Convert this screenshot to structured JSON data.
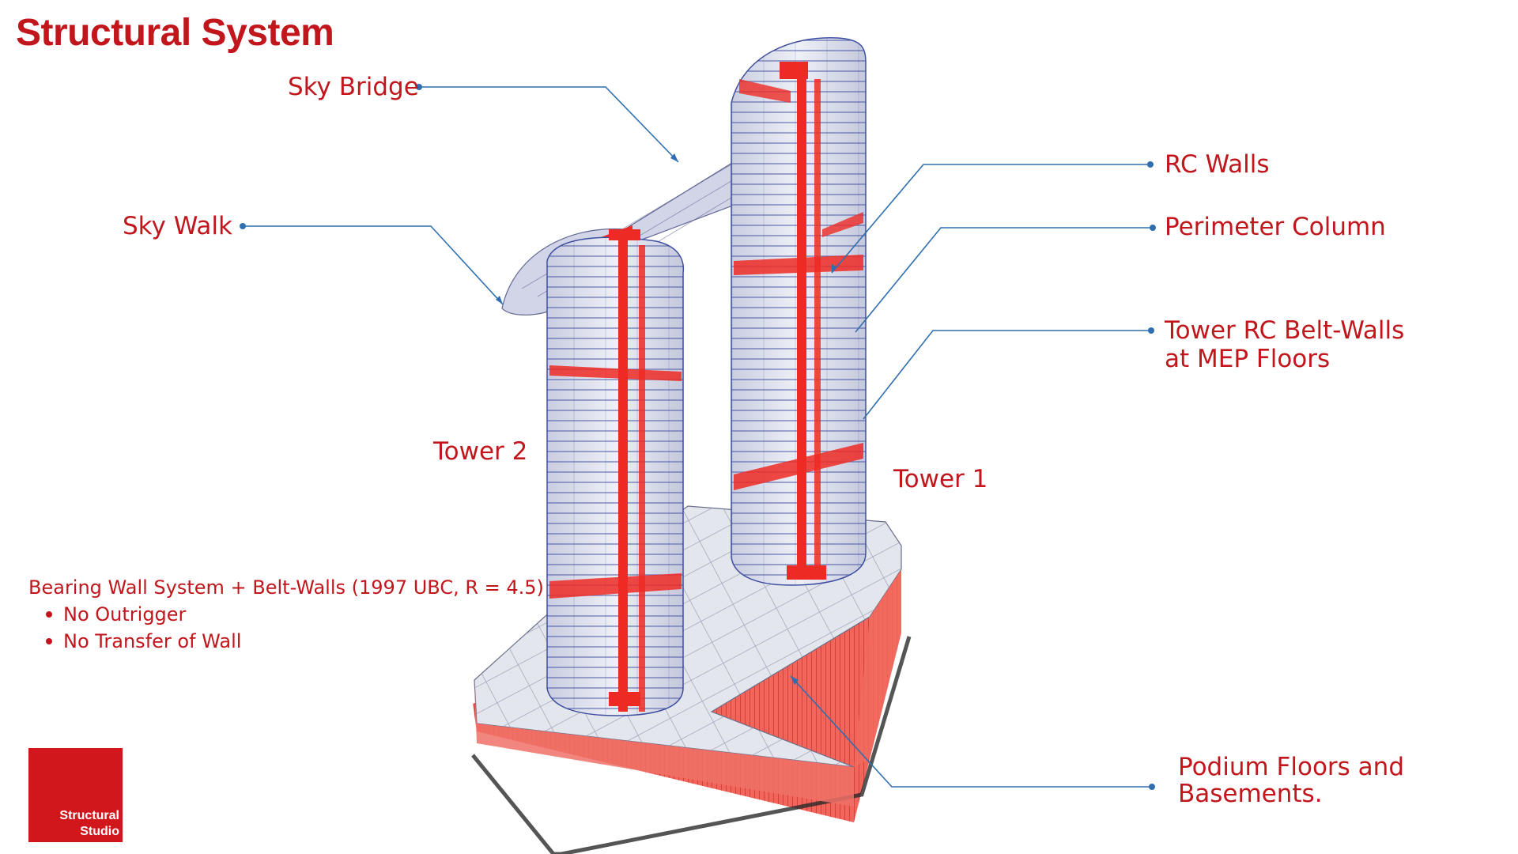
{
  "title": "Structural System",
  "labels": {
    "sky_bridge": "Sky Bridge",
    "sky_walk": "Sky Walk",
    "rc_walls": "RC Walls",
    "perimeter_column": "Perimeter Column",
    "belt_walls_line1": "Tower RC Belt-Walls",
    "belt_walls_line2": "at MEP Floors",
    "tower_2": "Tower 2",
    "tower_1": "Tower 1",
    "podium_line1": "Podium Floors and",
    "podium_line2": "Basements."
  },
  "notes": {
    "system": "Bearing Wall System + Belt-Walls (1997 UBC, R = 4.5)",
    "bullets": [
      "No Outrigger",
      "No Transfer of Wall"
    ]
  },
  "logo": {
    "line1": "Structural",
    "line2": "Studio"
  },
  "colors": {
    "accent": "#c0161c",
    "leader": "#2f6fb0",
    "wall_red": "#ee2a24",
    "frame_blue": "#3f4fa0",
    "slab_grey": "#e4e6ee"
  }
}
